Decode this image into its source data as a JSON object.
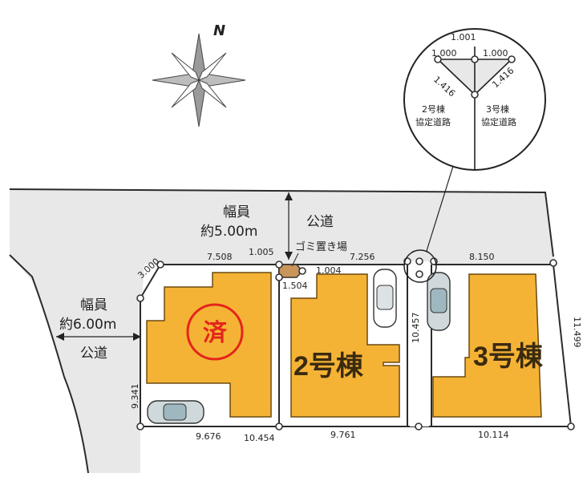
{
  "compass": {
    "north_label": "N"
  },
  "north_road": {
    "width_title": "幅員",
    "width_value": "約5.00m",
    "name": "公道"
  },
  "west_road": {
    "width_title": "幅員",
    "width_value": "約6.00m",
    "name": "公道"
  },
  "garbage_area": {
    "label": "ゴミ置き場"
  },
  "houses": [
    {
      "status_mark": "済"
    },
    {
      "label": "2号棟"
    },
    {
      "label": "3号棟"
    }
  ],
  "dimensions": {
    "d3000": "3.000",
    "d7508": "7.508",
    "d1005": "1.005",
    "d1004": "1.004",
    "d1504": "1.504",
    "d7256": "7.256",
    "d8150": "8.150",
    "d9341": "9.341",
    "d9676": "9.676",
    "d10454": "10.454",
    "d10457": "10.457",
    "d9761": "9.761",
    "d10114": "10.114",
    "d11499": "11.499"
  },
  "inset": {
    "top": "1.001",
    "left": "1.000",
    "right": "1.000",
    "diag_left": "1.416",
    "diag_right": "1.416",
    "label_left": [
      "2号棟",
      "協定道路"
    ],
    "label_right": [
      "3号棟",
      "協定道路"
    ]
  },
  "colors": {
    "road_fill": "#e8e8e8",
    "house_fill": "#f5b335",
    "house_stroke": "#6b4a12",
    "garbage_fill": "#c9955a",
    "sold_red": "#e3261b"
  }
}
